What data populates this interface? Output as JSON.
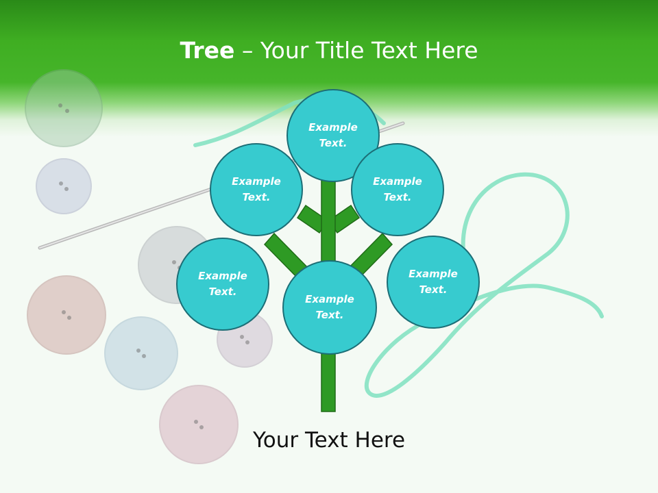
{
  "slide": {
    "title_bold": "Tree",
    "title_rest": " – Your Title Text Here",
    "footer_text": "Your Text Here",
    "nodes": [
      {
        "line1": "Example",
        "line2": "Text."
      },
      {
        "line1": "Example",
        "line2": "Text."
      },
      {
        "line1": "Example",
        "line2": "Text."
      },
      {
        "line1": "Example",
        "line2": "Text."
      },
      {
        "line1": "Example",
        "line2": "Text."
      },
      {
        "line1": "Example",
        "line2": "Text."
      }
    ]
  },
  "colors": {
    "header_green": "#3fae22",
    "trunk_green": "#2e9a24",
    "node_fill": "#37cbcf",
    "node_border": "#1c6e76"
  }
}
